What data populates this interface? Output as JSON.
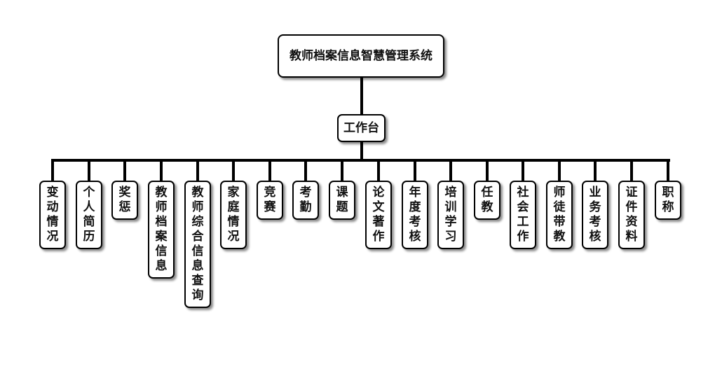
{
  "diagram": {
    "type": "org-tree",
    "root": {
      "label": "教师档案信息智慧管理系统"
    },
    "hub": {
      "label": "工作台"
    },
    "children": [
      {
        "label": "变动情况"
      },
      {
        "label": "个人简历"
      },
      {
        "label": "奖惩"
      },
      {
        "label": "教师档案信息"
      },
      {
        "label": "教师综合信息查询"
      },
      {
        "label": "家庭情况"
      },
      {
        "label": "竞赛"
      },
      {
        "label": "考勤"
      },
      {
        "label": "课题"
      },
      {
        "label": "论文著作"
      },
      {
        "label": "年度考核"
      },
      {
        "label": "培训学习"
      },
      {
        "label": "任教"
      },
      {
        "label": "社会工作"
      },
      {
        "label": "师徒带教"
      },
      {
        "label": "业务考核"
      },
      {
        "label": "证件资料"
      },
      {
        "label": "职称"
      }
    ]
  }
}
